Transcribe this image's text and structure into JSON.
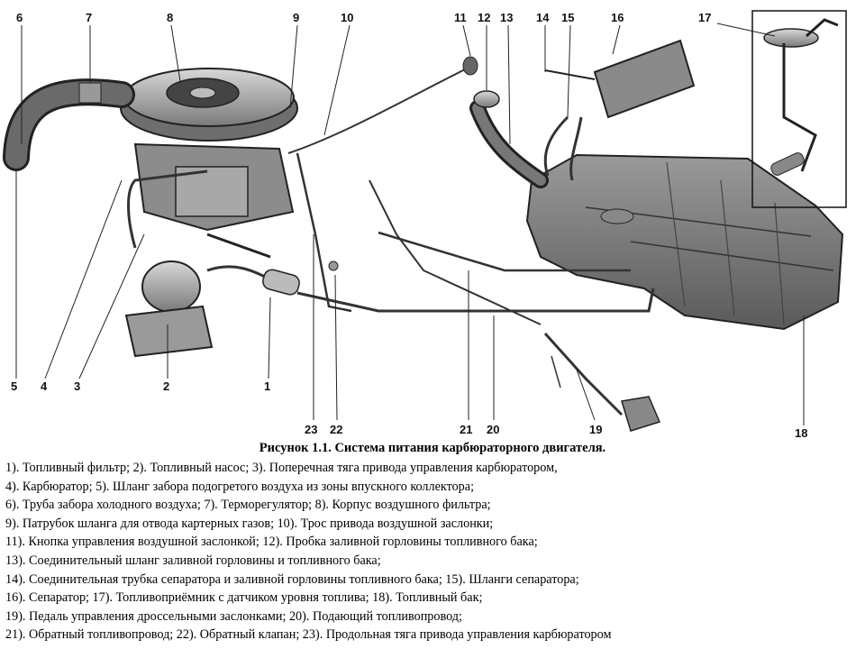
{
  "callouts": [
    {
      "n": "1"
    },
    {
      "n": "2"
    },
    {
      "n": "3"
    },
    {
      "n": "4"
    },
    {
      "n": "5"
    },
    {
      "n": "6"
    },
    {
      "n": "7"
    },
    {
      "n": "8"
    },
    {
      "n": "9"
    },
    {
      "n": "10"
    },
    {
      "n": "11"
    },
    {
      "n": "12"
    },
    {
      "n": "13"
    },
    {
      "n": "14"
    },
    {
      "n": "15"
    },
    {
      "n": "16"
    },
    {
      "n": "17"
    },
    {
      "n": "18"
    },
    {
      "n": "19"
    },
    {
      "n": "20"
    },
    {
      "n": "21"
    },
    {
      "n": "22"
    },
    {
      "n": "23"
    }
  ],
  "caption": {
    "title": "Рисунок 1.1. Система питания карбюраторного двигателя.",
    "lines": [
      "1). Топливный фильтр; 2). Топливный насос; 3). Поперечная тяга привода управления карбюратором,",
      "4). Карбюратор; 5). Шланг забора подогретого воздуха из зоны впускного коллектора;",
      "6). Труба забора холодного воздуха; 7). Терморегулятор; 8). Корпус воздушного фильтра;",
      "9). Патрубок шланга для отвода картерных газов; 10). Трос привода воздушной заслонки;",
      "11). Кнопка управления воздушной заслонкой; 12). Пробка заливной горловины топливного бака;",
      "13). Соединительный шланг заливной горловины и топливного бака;",
      "14). Соединительная трубка сепаратора и заливной горловины топливного бака; 15). Шланги сепаратора;",
      "16). Сепаратор; 17). Топливоприёмник с датчиком уровня топлива; 18). Топливный бак;",
      "19). Педаль управления дроссельными заслонками; 20). Подающий топливопровод;",
      "21). Обратный топливопровод; 22). Обратный клапан; 23). Продольная тяга привода управления карбюратором"
    ]
  }
}
